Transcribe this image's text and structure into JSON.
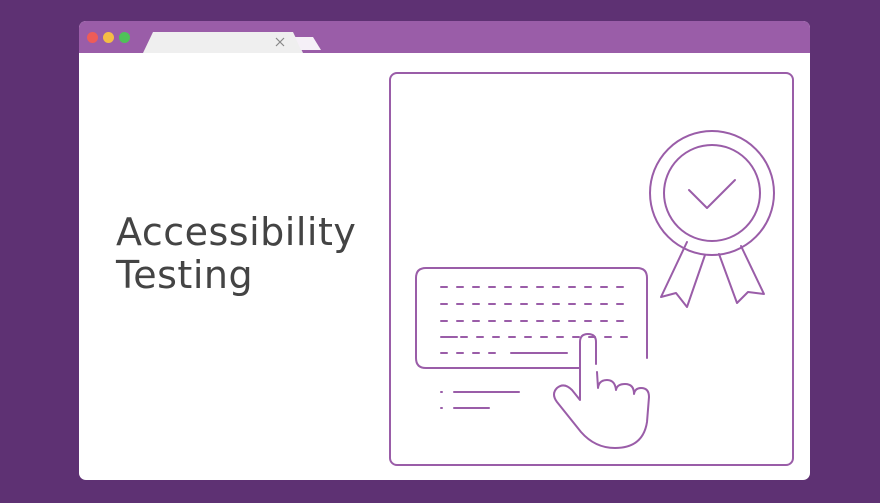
{
  "colors": {
    "background": "#5e3173",
    "titlebar": "#9a5da8",
    "accent_line": "#9a5da8",
    "window": "#ffffff",
    "heading_text": "#444444"
  },
  "browser": {
    "traffic_lights": [
      "close-dot",
      "minimize-dot",
      "maximize-dot"
    ],
    "tab": {
      "title": ""
    }
  },
  "hero": {
    "title_line1": "Accessibility",
    "title_line2": "Testing"
  },
  "illustration": {
    "icons": [
      "award-ribbon-icon",
      "checkmark-icon",
      "keyboard-icon",
      "pointing-hand-icon",
      "text-lines-icon"
    ]
  }
}
